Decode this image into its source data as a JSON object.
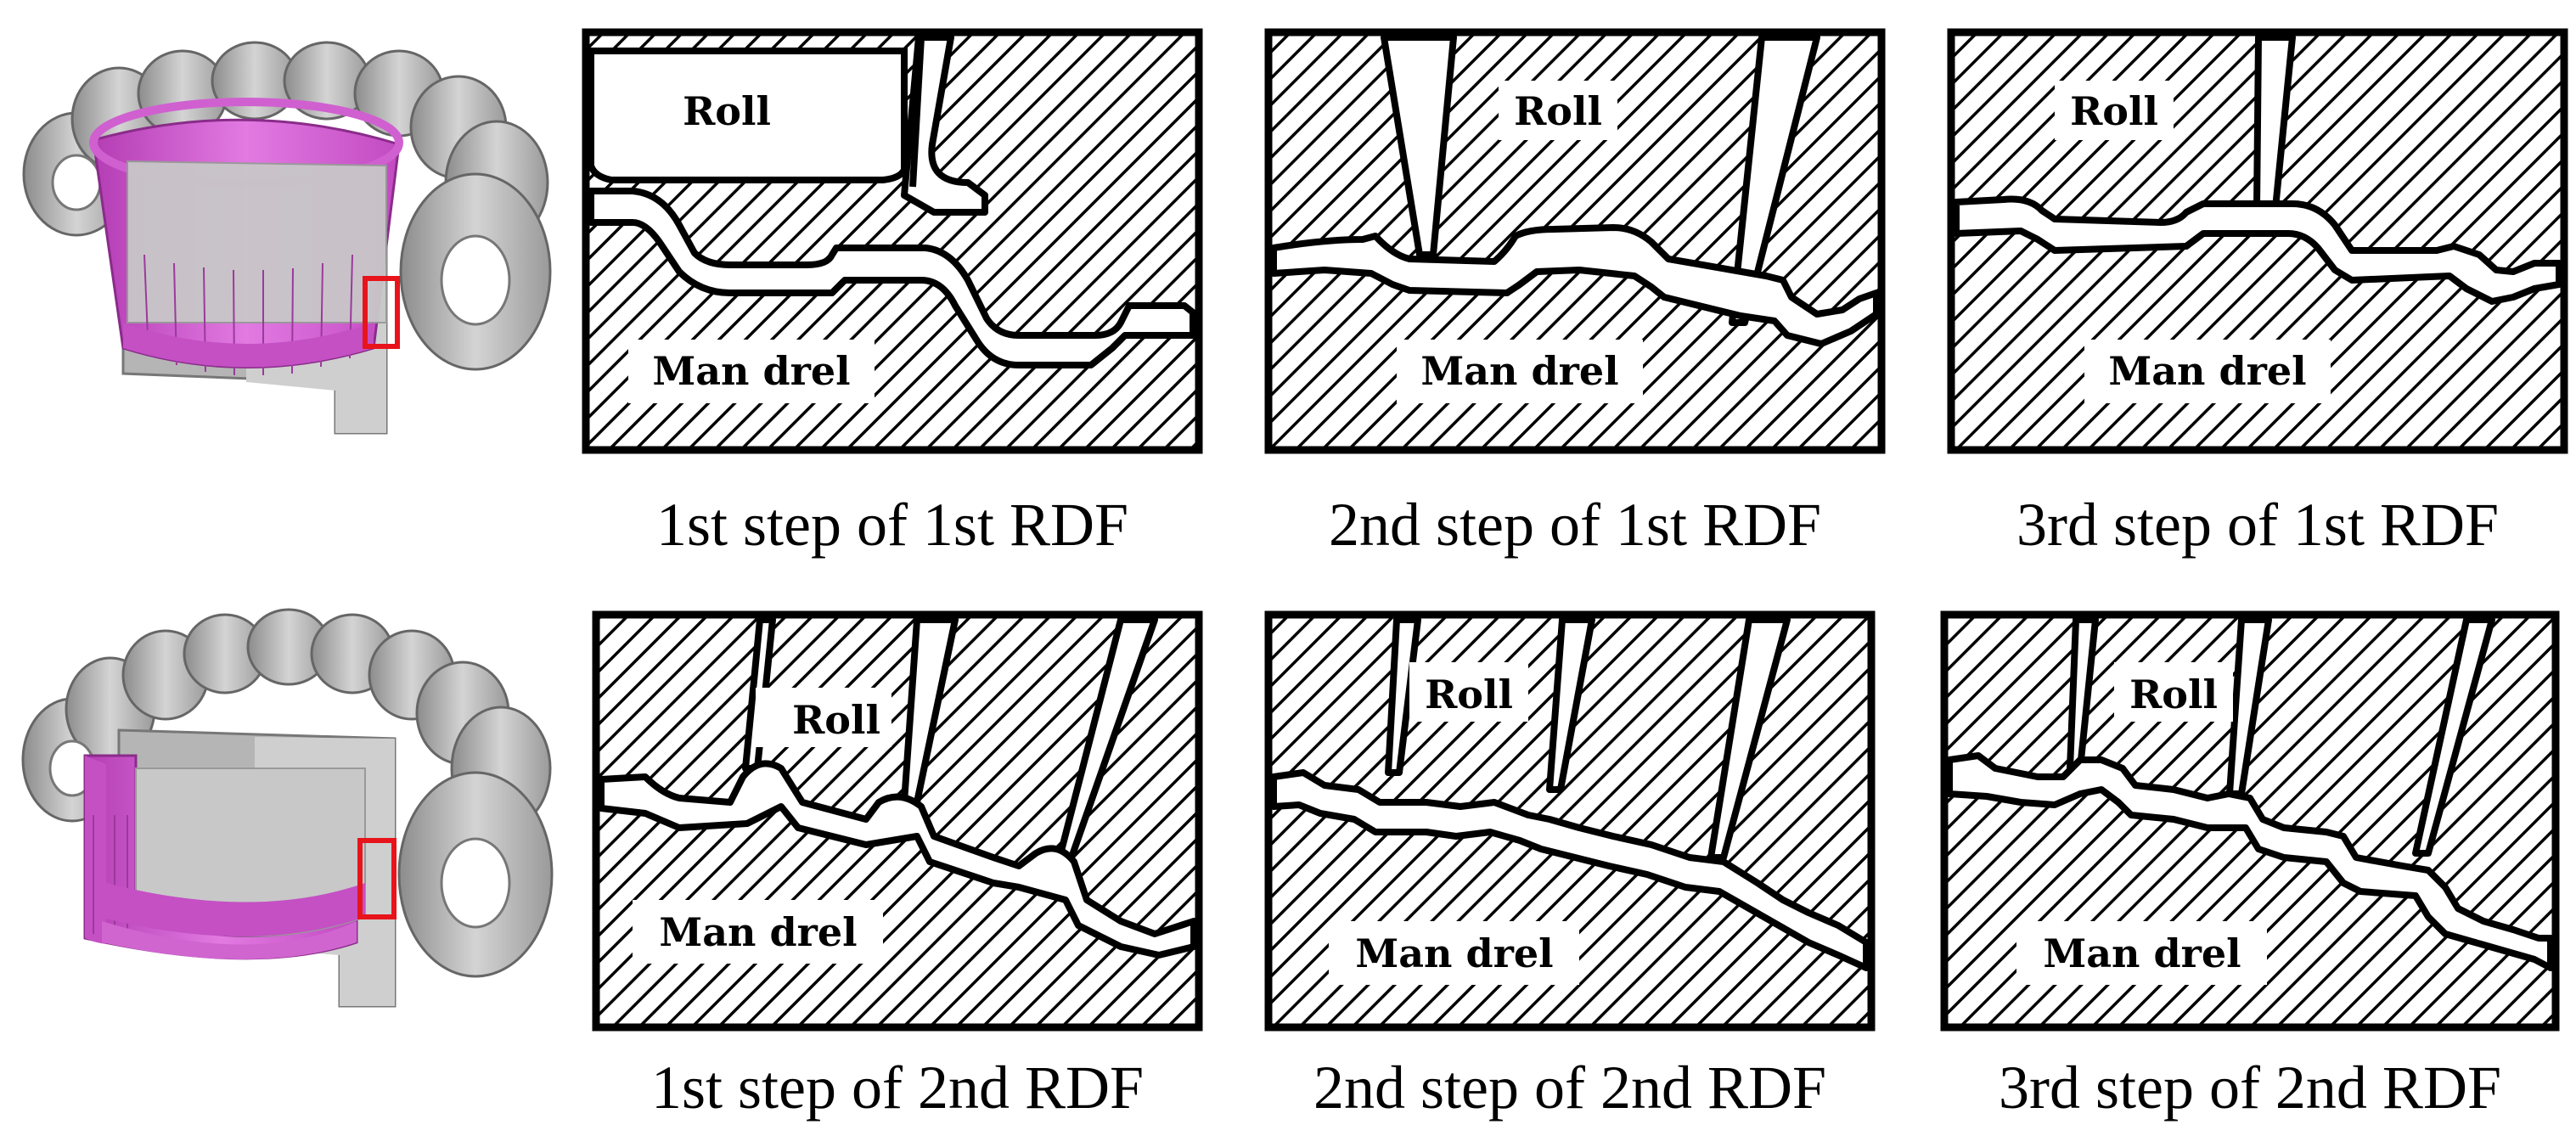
{
  "figure": {
    "accent_colors": {
      "preform": "#d65bd6",
      "highlight_box": "#e8141b",
      "tooling": "#a9a9a9"
    },
    "rows": [
      {
        "model_icon": "roll-mandrel-assembly-1st-rdf",
        "panels": [
          {
            "roll_label": "Roll",
            "mandrel_label": "Man drel",
            "caption": "1st step of 1st RDF"
          },
          {
            "roll_label": "Roll",
            "mandrel_label": "Man drel",
            "caption": "2nd step of 1st RDF"
          },
          {
            "roll_label": "Roll",
            "mandrel_label": "Man drel",
            "caption": "3rd step of 1st RDF"
          }
        ]
      },
      {
        "model_icon": "roll-mandrel-assembly-2nd-rdf",
        "panels": [
          {
            "roll_label": "Roll",
            "mandrel_label": "Man drel",
            "caption": "1st step of 2nd RDF"
          },
          {
            "roll_label": "Roll",
            "mandrel_label": "Man drel",
            "caption": "2nd step of 2nd RDF"
          },
          {
            "roll_label": "Roll",
            "mandrel_label": "Man drel",
            "caption": "3rd step of 2nd RDF"
          }
        ]
      }
    ]
  }
}
